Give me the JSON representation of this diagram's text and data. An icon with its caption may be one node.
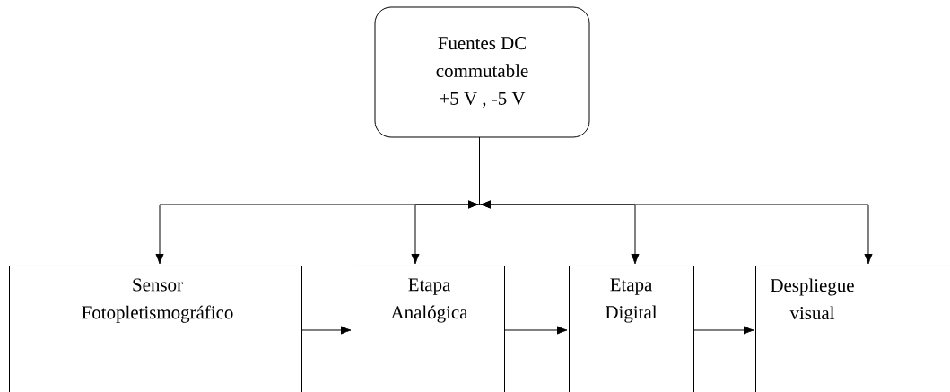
{
  "diagram": {
    "nodes": [
      {
        "text": [
          "Fuentes DC commutable +5 V , -5 V"
        ]
      },
      {
        "text": [
          "Sensor Fotopletismográfico"
        ]
      },
      {
        "text": [
          "Etapa Analógica"
        ]
      },
      {
        "text": [
          "Etapa Digital"
        ]
      },
      {
        "text": [
          "Despliegue visual"
        ]
      }
    ],
    "edges": [
      {
        "from": 0,
        "to": 1,
        "arrow": "to"
      },
      {
        "from": 0,
        "to": 2,
        "arrow": "to"
      },
      {
        "from": 0,
        "to": 3,
        "arrow": "to"
      },
      {
        "from": 0,
        "to": 4,
        "arrow": "to"
      },
      {
        "from": 1,
        "to": 2,
        "arrow": "to"
      },
      {
        "from": 2,
        "to": 3,
        "arrow": "to"
      },
      {
        "from": 3,
        "to": 4,
        "arrow": "to"
      }
    ]
  }
}
